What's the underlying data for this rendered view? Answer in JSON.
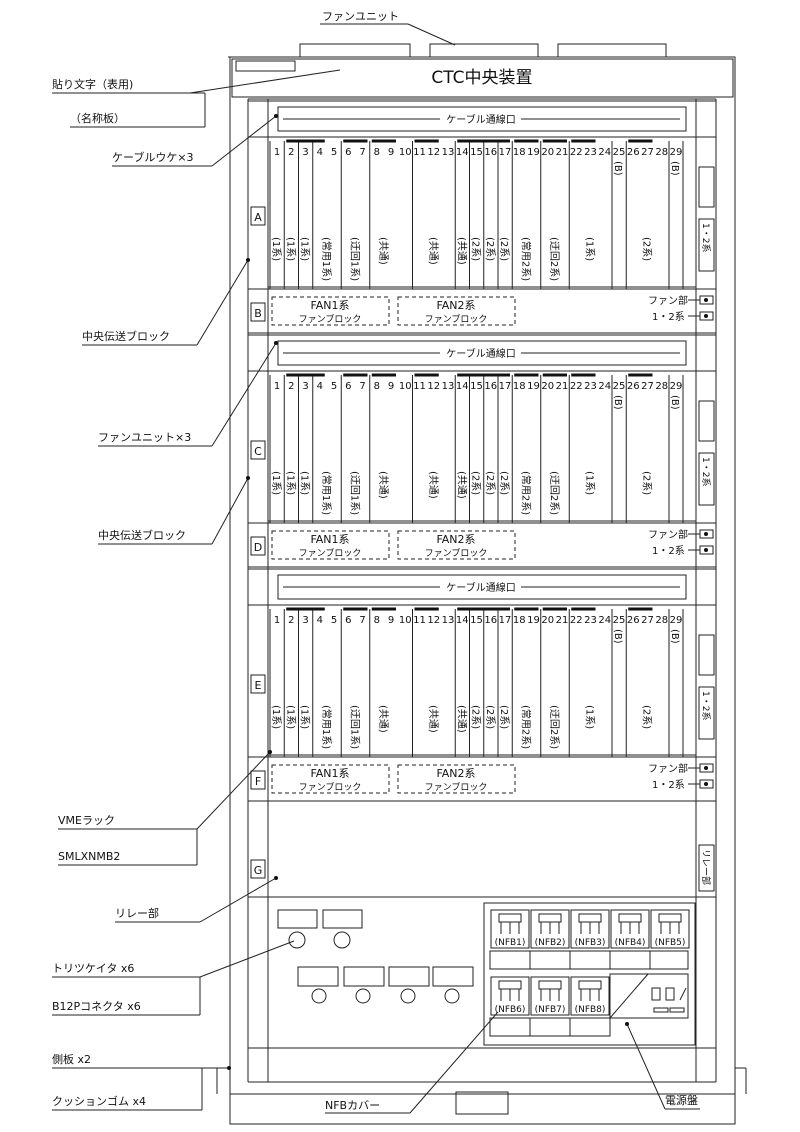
{
  "title": "CTC中央装置",
  "labels": {
    "fan_unit_top": "ファンユニット",
    "nameplate_1": "貼り文字（表用)",
    "nameplate_2": "（名称板）",
    "cable_receiver": "ケーブルウケ×3",
    "central_block_1": "中央伝送ブロック",
    "fan_unit_x3": "ファンユニット×3",
    "central_block_2": "中央伝送ブロック",
    "vme_rack": "VMEラック",
    "rack_model": "SMLXNMB2",
    "relay_part": "リレー部",
    "breaker": "トリツケイタ x6",
    "connector": "B12Pコネクタ x6",
    "side_panel": "側板 x2",
    "cushion": "クッションゴム x4",
    "nfb_cover": "NFBカバー",
    "power_panel": "電源盤"
  },
  "cable_port": "ケーブル通線口",
  "row_letters": [
    "A",
    "B",
    "C",
    "D",
    "E",
    "F",
    "G"
  ],
  "slots": [
    "1",
    "2",
    "3",
    "4",
    "5",
    "6",
    "7",
    "8",
    "9",
    "10",
    "11",
    "12",
    "13",
    "14",
    "15",
    "16",
    "17",
    "18",
    "19",
    "20",
    "21",
    "22",
    "23",
    "24",
    "25",
    "26",
    "27",
    "28",
    "29"
  ],
  "slot_labels": [
    {
      "text": "(1系)",
      "slot": 1
    },
    {
      "text": "(1系)",
      "slot": 2
    },
    {
      "text": "(1系)",
      "slot": 3
    },
    {
      "text": "(常用1系)",
      "slot": 4.5
    },
    {
      "text": "(迂回1系)",
      "slot": 6.5
    },
    {
      "text": "(共通)",
      "slot": 8.5
    },
    {
      "text": "(共通)",
      "slot": 12
    },
    {
      "text": "(共通)",
      "slot": 14
    },
    {
      "text": "(2系)",
      "slot": 15
    },
    {
      "text": "(2系)",
      "slot": 16
    },
    {
      "text": "(2系)",
      "slot": 17
    },
    {
      "text": "(常用2系)",
      "slot": 18.5
    },
    {
      "text": "(迂回2系)",
      "slot": 20.5
    },
    {
      "text": "(1系)",
      "slot": 23
    },
    {
      "text": "(2系)",
      "slot": 27
    }
  ],
  "b_slot_mark": "(B)",
  "side_label": "1・2系",
  "fan": {
    "fan1_title": "FAN1系",
    "fan2_title": "FAN2系",
    "block": "ファンブロック",
    "fan_part": "ファン部",
    "sys12": "1・2系"
  },
  "relay_vertical": "リレー部",
  "nfb": [
    "(NFB1)",
    "(NFB2)",
    "(NFB3)",
    "(NFB4)",
    "(NFB5)",
    "(NFB6)",
    "(NFB7)",
    "(NFB8)"
  ]
}
